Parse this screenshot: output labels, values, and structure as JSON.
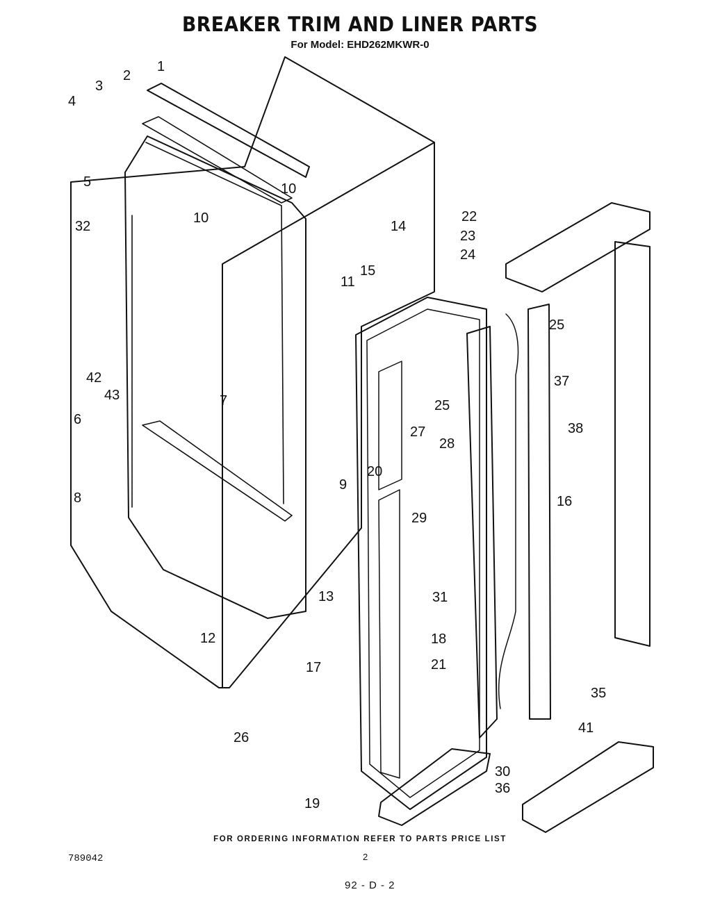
{
  "title": "BREAKER TRIM AND LINER PARTS",
  "subtitle": "For Model: EHD262MKWR-0",
  "footer_text": "FOR ORDERING INFORMATION REFER TO PARTS PRICE LIST",
  "doc_number": "789042",
  "page_mark": "2",
  "page_code": "92 - D - 2",
  "callouts": [
    "1",
    "2",
    "3",
    "4",
    "5",
    "10",
    "10",
    "32",
    "14",
    "15",
    "11",
    "22",
    "23",
    "24",
    "25",
    "42",
    "43",
    "25",
    "7",
    "37",
    "6",
    "38",
    "27",
    "28",
    "20",
    "9",
    "8",
    "29",
    "16",
    "13",
    "31",
    "12",
    "18",
    "17",
    "21",
    "35",
    "26",
    "41",
    "30",
    "36",
    "19"
  ]
}
